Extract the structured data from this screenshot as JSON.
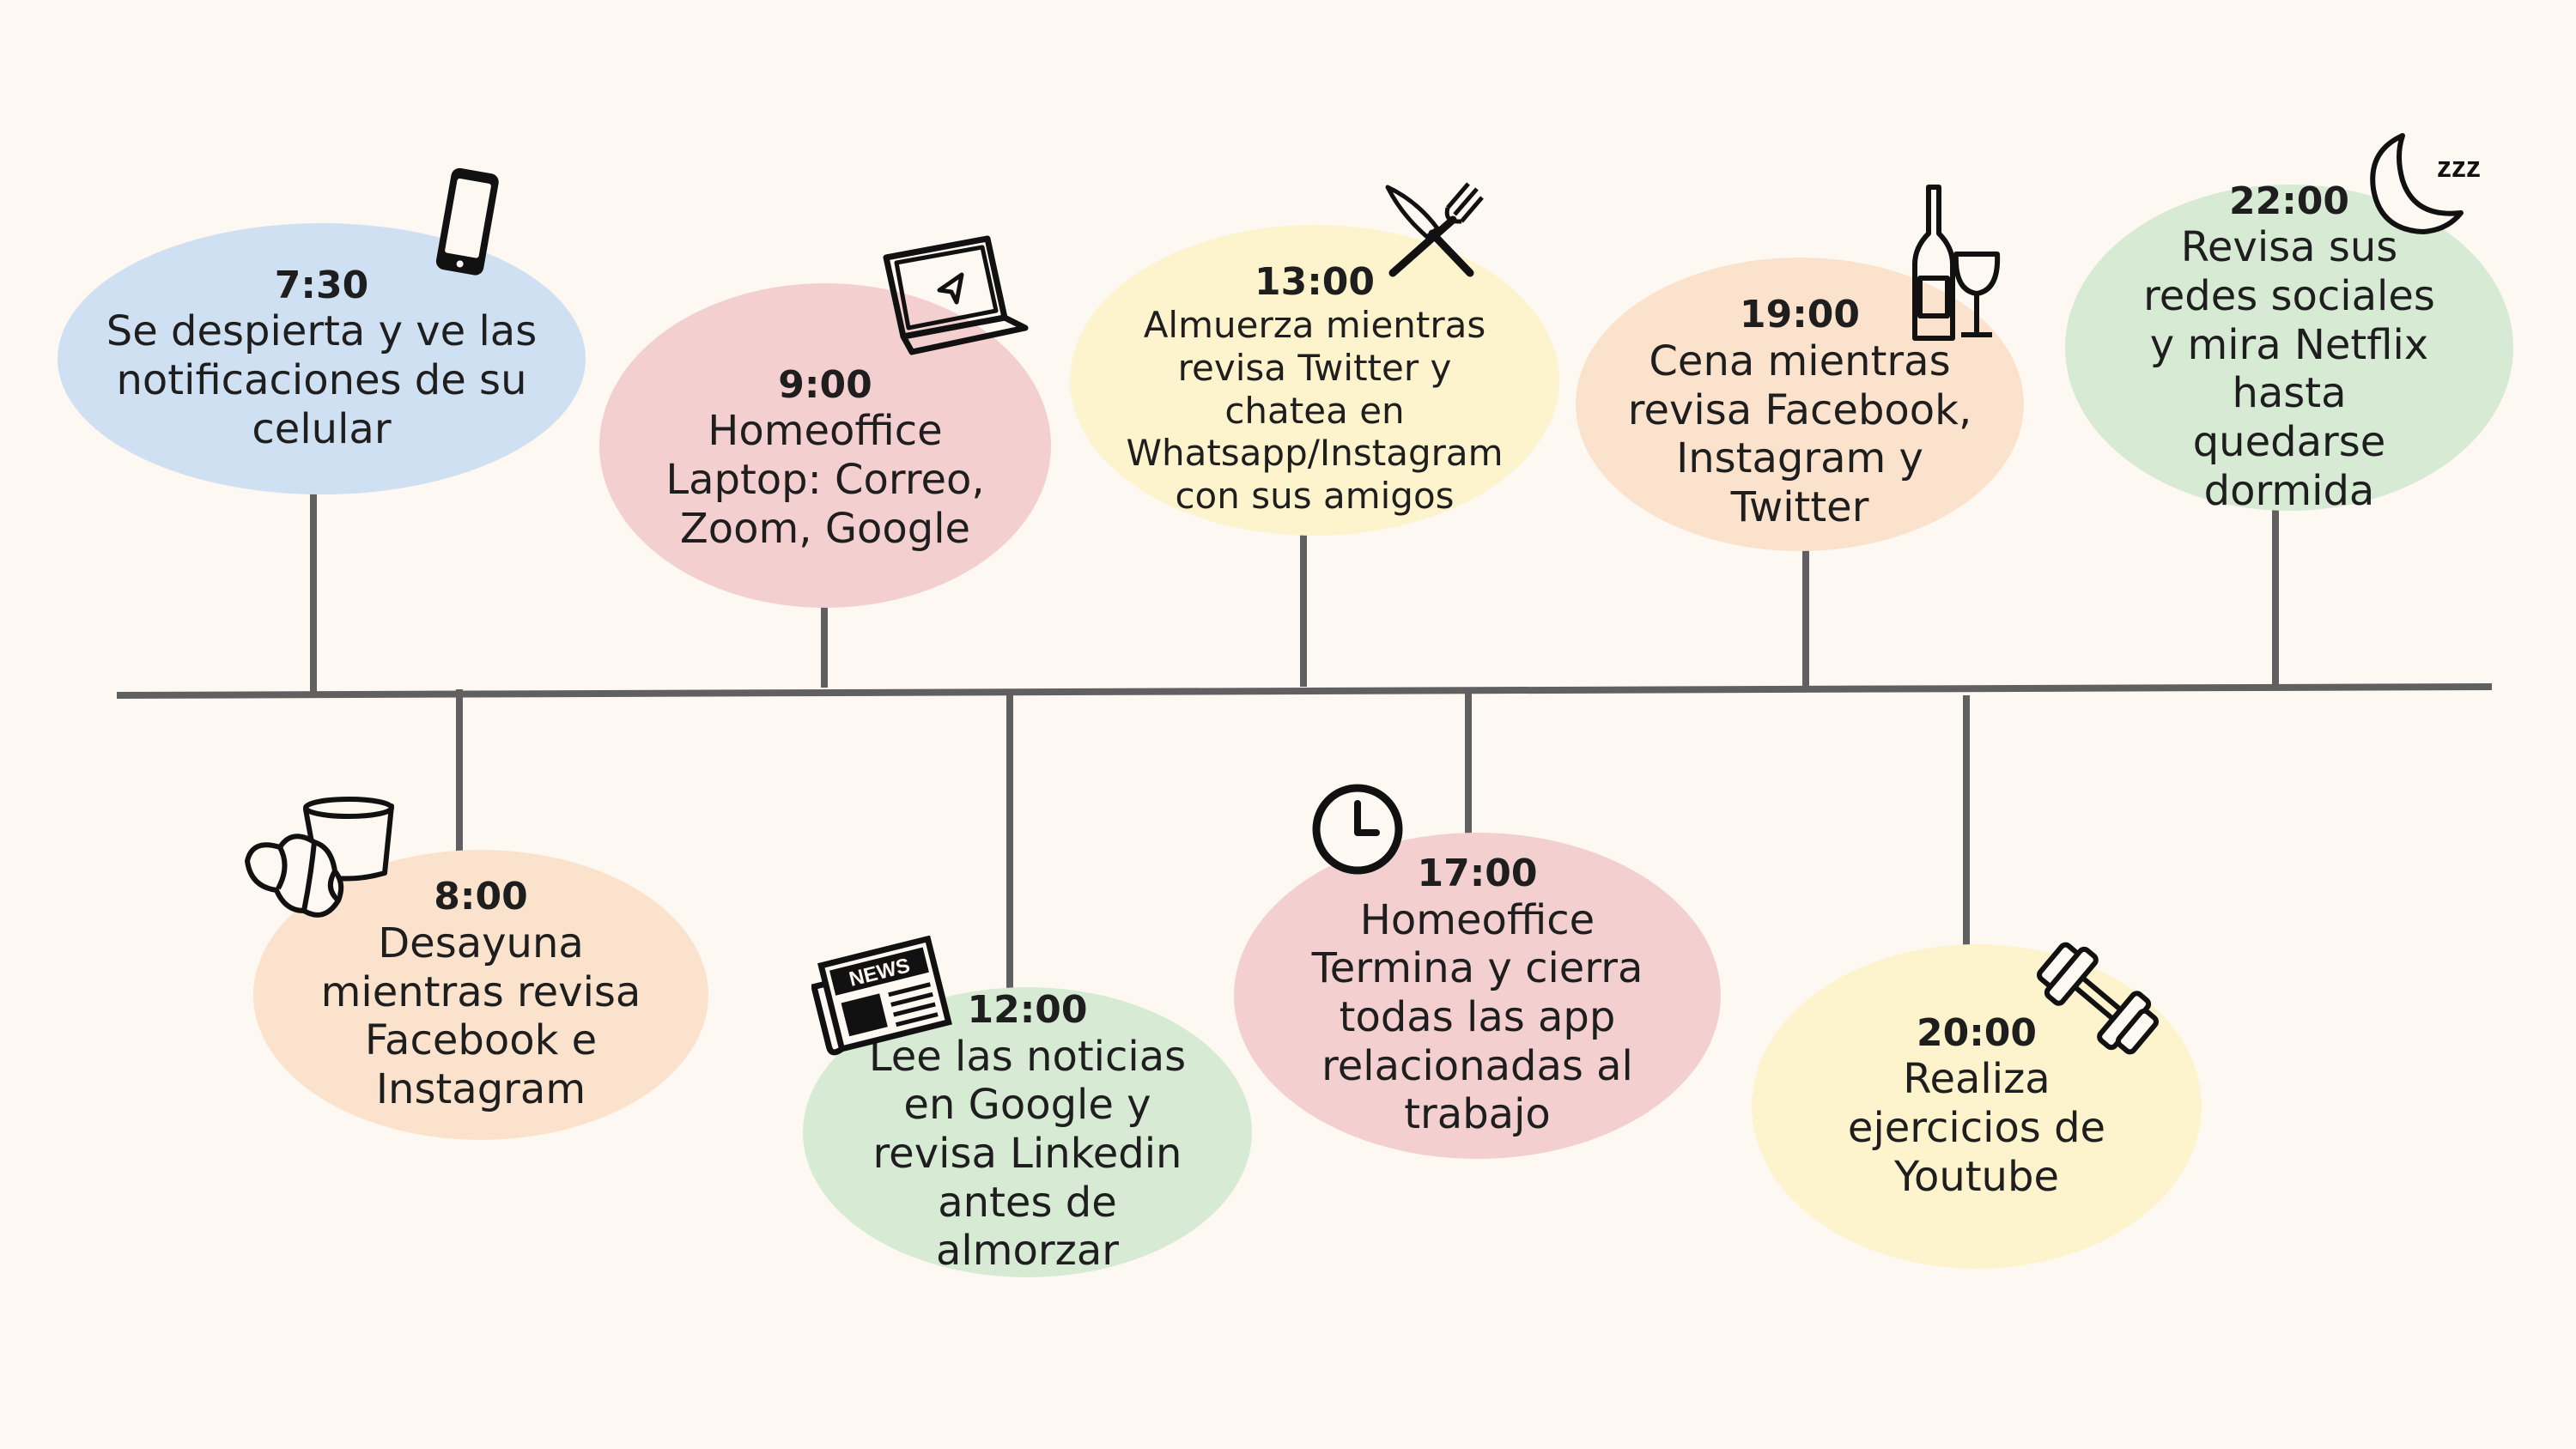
{
  "colors": {
    "background": "#fdf9f2",
    "line": "#606060",
    "blue": "#cfe0f3",
    "pink": "#f4cfcf",
    "yellow": "#fdf3cd",
    "peach": "#fbe2cc",
    "green": "#d6ead4"
  },
  "events": [
    {
      "time": "7:30",
      "desc": "Se despierta y ve las notificaciones de su celular",
      "color": "blue",
      "icon": "phone-icon"
    },
    {
      "time": "8:00",
      "desc": "Desayuna mientras revisa Facebook e Instagram",
      "color": "peach",
      "icon": "breakfast-icon"
    },
    {
      "time": "9:00",
      "desc": "Homeoffice Laptop: Correo, Zoom, Google",
      "color": "pink",
      "icon": "laptop-icon"
    },
    {
      "time": "12:00",
      "desc": "Lee las noticias en Google y revisa Linkedin antes de almorzar",
      "color": "green",
      "icon": "newspaper-icon",
      "icon_label": "NEWS"
    },
    {
      "time": "13:00",
      "desc": "Almuerza mientras revisa Twitter y chatea en Whatsapp/Instagram con sus amigos",
      "color": "yellow",
      "icon": "cutlery-icon"
    },
    {
      "time": "17:00",
      "desc": "Homeoffice Termina y cierra todas las app relacionadas al trabajo",
      "color": "pink",
      "icon": "clock-icon"
    },
    {
      "time": "19:00",
      "desc": "Cena mientras revisa Facebook, Instagram y Twitter",
      "color": "peach",
      "icon": "wine-icon"
    },
    {
      "time": "20:00",
      "desc": "Realiza ejercicios de Youtube",
      "color": "yellow",
      "icon": "dumbbell-icon"
    },
    {
      "time": "22:00",
      "desc": "Revisa sus redes sociales y mira Netflix hasta quedarse dormida",
      "color": "green",
      "icon": "moon-icon",
      "icon_label": "zzz"
    }
  ]
}
